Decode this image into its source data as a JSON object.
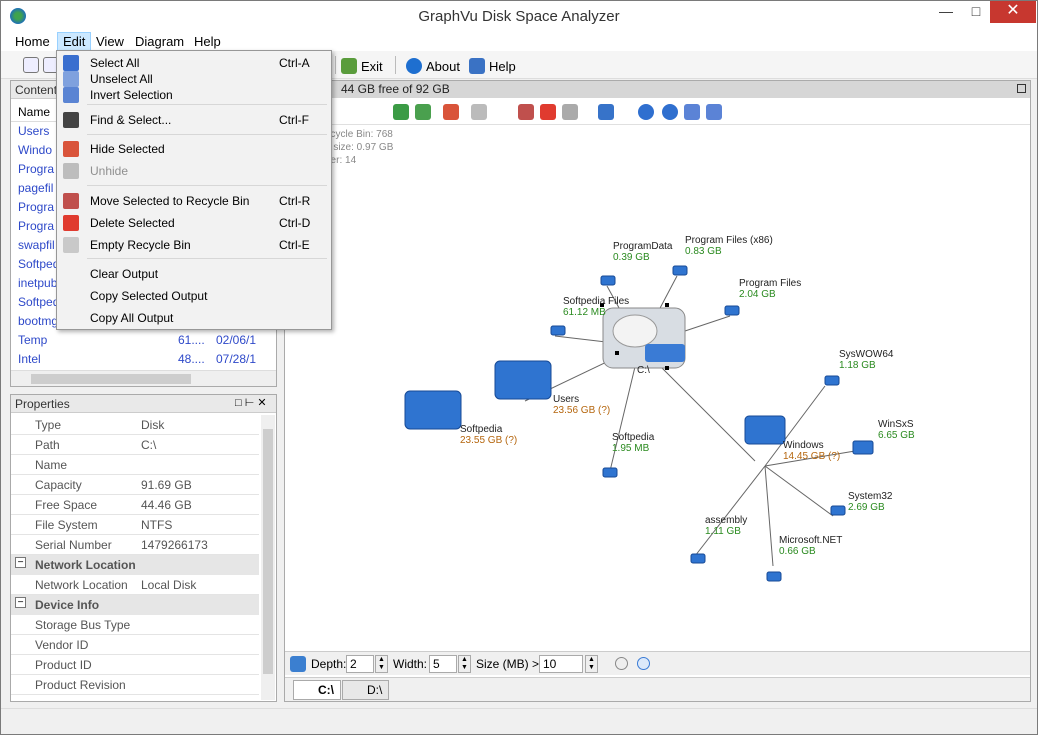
{
  "window": {
    "title": "GraphVu Disk Space Analyzer"
  },
  "menubar": [
    "Home",
    "Edit",
    "View",
    "Diagram",
    "Help"
  ],
  "toolbar": {
    "exit": "Exit",
    "about": "About",
    "help": "Help"
  },
  "edit_menu": [
    {
      "label": "Select All",
      "shortcut": "Ctrl-A",
      "icon": "select-all-icon",
      "disabled": false
    },
    {
      "label": "Unselect All",
      "shortcut": "",
      "icon": "unselect-all-icon",
      "disabled": false
    },
    {
      "label": "Invert Selection",
      "shortcut": "",
      "icon": "invert-selection-icon",
      "disabled": false
    },
    {
      "label": "Find & Select...",
      "shortcut": "Ctrl-F",
      "icon": "binoculars-icon",
      "disabled": false
    },
    {
      "label": "Hide Selected",
      "shortcut": "",
      "icon": "hide-icon",
      "disabled": false
    },
    {
      "label": "Unhide",
      "shortcut": "",
      "icon": "unhide-icon",
      "disabled": true
    },
    {
      "label": "Move Selected to Recycle Bin",
      "shortcut": "Ctrl-R",
      "icon": "recycle-bin-icon",
      "disabled": false
    },
    {
      "label": "Delete Selected",
      "shortcut": "Ctrl-D",
      "icon": "delete-icon",
      "disabled": false
    },
    {
      "label": "Empty Recycle Bin",
      "shortcut": "Ctrl-E",
      "icon": "empty-recycle-bin-icon",
      "disabled": false
    },
    {
      "label": "Clear Output",
      "shortcut": "",
      "icon": "",
      "disabled": false
    },
    {
      "label": "Copy Selected Output",
      "shortcut": "",
      "icon": "",
      "disabled": false
    },
    {
      "label": "Copy All Output",
      "shortcut": "",
      "icon": "",
      "disabled": false
    }
  ],
  "contents": {
    "title": "Contents",
    "header_name": "Name",
    "rows": [
      {
        "name": "Users",
        "size": "",
        "date": ""
      },
      {
        "name": "Windo",
        "size": "",
        "date": ""
      },
      {
        "name": "Progra",
        "size": "",
        "date": ""
      },
      {
        "name": "pagefil",
        "size": "",
        "date": ""
      },
      {
        "name": "Progra",
        "size": "",
        "date": ""
      },
      {
        "name": "Progra",
        "size": "",
        "date": ""
      },
      {
        "name": "swapfil",
        "size": "",
        "date": ""
      },
      {
        "name": "Softped",
        "size": "",
        "date": ""
      },
      {
        "name": "inetpub",
        "size": "",
        "date": ""
      },
      {
        "name": "Softped",
        "size": "",
        "date": ""
      },
      {
        "name": "bootmg",
        "size": "",
        "date": ""
      },
      {
        "name": "Temp",
        "size": "61....",
        "date": "02/06/1"
      },
      {
        "name": "Intel",
        "size": "48....",
        "date": "07/28/1"
      }
    ]
  },
  "properties": {
    "title": "Properties",
    "rows": [
      {
        "k": "Type",
        "v": "Disk"
      },
      {
        "k": "Path",
        "v": "C:\\"
      },
      {
        "k": "Name",
        "v": ""
      },
      {
        "k": "Capacity",
        "v": "91.69 GB"
      },
      {
        "k": "Free Space",
        "v": "44.46 GB"
      },
      {
        "k": "File System",
        "v": "NTFS"
      },
      {
        "k": "Serial Number",
        "v": "1479266173"
      }
    ],
    "cat_network": "Network Location",
    "network_rows": [
      {
        "k": "Network Location",
        "v": "Local Disk"
      }
    ],
    "cat_device": "Device Info",
    "device_rows": [
      {
        "k": "Storage Bus Type",
        "v": ""
      },
      {
        "k": "Vendor ID",
        "v": ""
      },
      {
        "k": "Product ID",
        "v": ""
      },
      {
        "k": "Product Revision",
        "v": ""
      }
    ]
  },
  "graph": {
    "free_info": "44 GB free of 92 GB",
    "stats": [
      "ecycle Bin: 768",
      "n size: 0.97 GB",
      "der: 14"
    ],
    "root": "C:\\",
    "nodes": [
      {
        "name": "ProgramData",
        "size": "0.39 GB"
      },
      {
        "name": "Program Files (x86)",
        "size": "0.83 GB"
      },
      {
        "name": "Program Files",
        "size": "2.04 GB"
      },
      {
        "name": "Softpedia Files",
        "size": "61.12 MB"
      },
      {
        "name": "Users",
        "size": "23.56 GB (?)"
      },
      {
        "name": "Softpedia",
        "size": "23.55 GB (?)"
      },
      {
        "name": "Softpedia",
        "size": "1.95 MB"
      },
      {
        "name": "Windows",
        "size": "14.45 GB (?)"
      },
      {
        "name": "SysWOW64",
        "size": "1.18 GB"
      },
      {
        "name": "WinSxS",
        "size": "6.65 GB"
      },
      {
        "name": "System32",
        "size": "2.69 GB"
      },
      {
        "name": "assembly",
        "size": "1.11 GB"
      },
      {
        "name": "Microsoft.NET",
        "size": "0.66 GB"
      }
    ]
  },
  "bottom": {
    "depth_label": "Depth:",
    "depth": "2",
    "width_label": "Width:",
    "width": "5",
    "size_label": "Size (MB) >",
    "size": "10"
  },
  "tabs": [
    "C:\\",
    "D:\\"
  ],
  "colors": {
    "accent": "#2e49c9",
    "selection": "#cce8ff",
    "close": "#c7372f"
  }
}
